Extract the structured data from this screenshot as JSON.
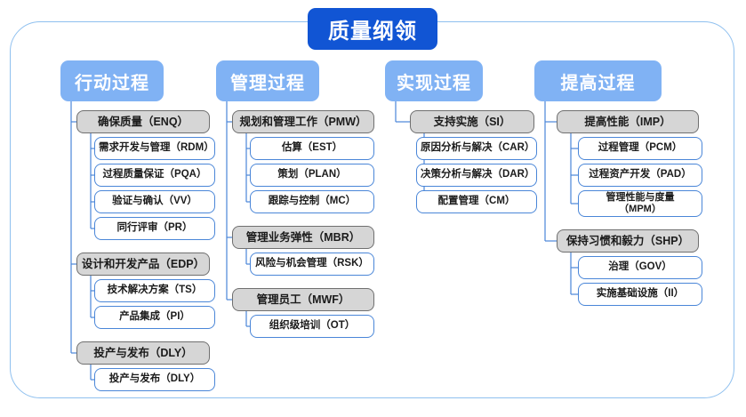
{
  "title": {
    "label": "质量纲领"
  },
  "frame": {
    "border_color": "#8fc0ef"
  },
  "colors": {
    "title_bg": "#1155d4",
    "column_header_bg": "#80b2f4",
    "group_bg": "#d6d6d6",
    "group_border": "#6f6f6f",
    "leaf_bg": "#ffffff",
    "leaf_border": "#4a86d8",
    "connector": "#4a86d8",
    "text_dark": "#1b1b1b",
    "text_light": "#ffffff"
  },
  "columns": [
    {
      "id": "action",
      "header": "行动过程",
      "groups": [
        {
          "id": "enq",
          "label": "确保质量（ENQ）",
          "children": [
            {
              "id": "rdm",
              "label": "需求开发与管理（RDM）"
            },
            {
              "id": "pqa",
              "label": "过程质量保证（PQA）"
            },
            {
              "id": "vv",
              "label": "验证与确认（VV）"
            },
            {
              "id": "pr",
              "label": "同行评审（PR）"
            }
          ]
        },
        {
          "id": "edp",
          "label": "设计和开发产品（EDP）",
          "children": [
            {
              "id": "ts",
              "label": "技术解决方案（TS）"
            },
            {
              "id": "pi",
              "label": "产品集成（PI）"
            }
          ]
        },
        {
          "id": "dly",
          "label": "投产与发布（DLY）",
          "children": [
            {
              "id": "dly-child",
              "label": "投产与发布（DLY）"
            }
          ]
        }
      ]
    },
    {
      "id": "manage",
      "header": "管理过程",
      "groups": [
        {
          "id": "pmw",
          "label": "规划和管理工作（PMW）",
          "children": [
            {
              "id": "est",
              "label": "估算（EST）"
            },
            {
              "id": "plan",
              "label": "策划（PLAN）"
            },
            {
              "id": "mc",
              "label": "跟踪与控制（MC）"
            }
          ]
        },
        {
          "id": "mbr",
          "label": "管理业务弹性（MBR）",
          "children": [
            {
              "id": "rsk",
              "label": "风险与机会管理（RSK）"
            }
          ]
        },
        {
          "id": "mwf",
          "label": "管理员工（MWF）",
          "children": [
            {
              "id": "ot",
              "label": "组织级培训（OT）"
            }
          ]
        }
      ]
    },
    {
      "id": "realize",
      "header": "实现过程",
      "groups": [
        {
          "id": "si",
          "label": "支持实施（SI）",
          "children": [
            {
              "id": "car",
              "label": "原因分析与解决（CAR）"
            },
            {
              "id": "dar",
              "label": "决策分析与解决（DAR）"
            },
            {
              "id": "cm",
              "label": "配置管理（CM）"
            }
          ]
        }
      ]
    },
    {
      "id": "improve",
      "header": "提高过程",
      "groups": [
        {
          "id": "imp",
          "label": "提高性能（IMP）",
          "children": [
            {
              "id": "pcm",
              "label": "过程管理（PCM）"
            },
            {
              "id": "pad",
              "label": "过程资产开发（PAD）"
            },
            {
              "id": "mpm",
              "label": "管理性能与度量\n（MPM）"
            }
          ]
        },
        {
          "id": "shp",
          "label": "保持习惯和毅力（SHP）",
          "children": [
            {
              "id": "gov",
              "label": "治理（GOV）"
            },
            {
              "id": "ii",
              "label": "实施基础设施（II）"
            }
          ]
        }
      ]
    }
  ]
}
